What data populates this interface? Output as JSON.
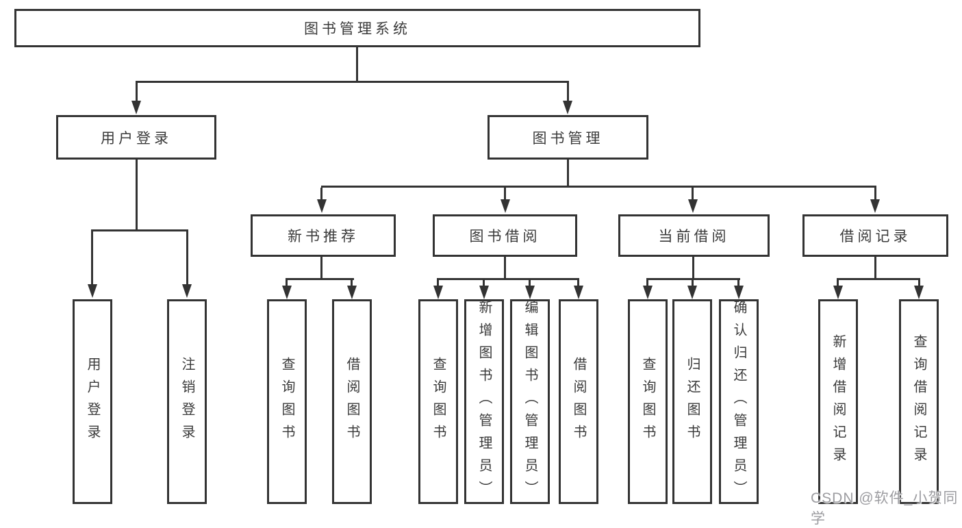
{
  "colors": {
    "line": "#333333",
    "box_border": "#333333",
    "text": "#3a3a3a",
    "background": "#ffffff",
    "watermark": "#9c9ca0"
  },
  "watermark": {
    "text": "CSDN @软件_小贺同学"
  },
  "tree": {
    "label": "图书管理系统",
    "children": [
      {
        "label": "用户登录",
        "children": [
          {
            "label": "用户登录"
          },
          {
            "label": "注销登录"
          }
        ]
      },
      {
        "label": "图书管理",
        "children": [
          {
            "label": "新书推荐",
            "children": [
              {
                "label": "查询图书"
              },
              {
                "label": "借阅图书"
              }
            ]
          },
          {
            "label": "图书借阅",
            "children": [
              {
                "label": "查询图书"
              },
              {
                "label": "新增图书（管理员）"
              },
              {
                "label": "编辑图书（管理员）"
              },
              {
                "label": "借阅图书"
              }
            ]
          },
          {
            "label": "当前借阅",
            "children": [
              {
                "label": "查询图书"
              },
              {
                "label": "归还图书"
              },
              {
                "label": "确认归还（管理员）"
              }
            ]
          },
          {
            "label": "借阅记录",
            "children": [
              {
                "label": "新增借阅记录"
              },
              {
                "label": "查询借阅记录"
              }
            ]
          }
        ]
      }
    ]
  }
}
